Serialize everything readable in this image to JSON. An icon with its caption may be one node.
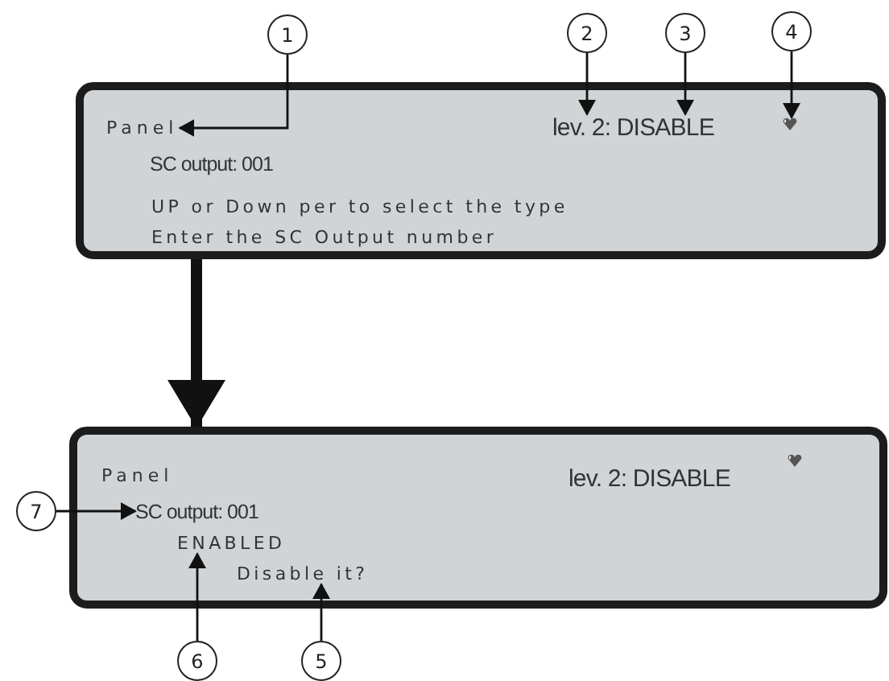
{
  "diagram": {
    "nodes": [
      {
        "text": [
          "1"
        ]
      },
      {
        "text": [
          "2"
        ]
      },
      {
        "text": [
          "3"
        ]
      },
      {
        "text": [
          "4"
        ]
      },
      {
        "text": [],
        "shape": "box"
      },
      {
        "text": [
          "Panel"
        ],
        "in": 4
      },
      {
        "text": [
          "lev. 2: DISABLE"
        ],
        "in": 4
      },
      {
        "text": [],
        "shape": "picture",
        "in": 4
      },
      {
        "text": [
          "SC output: 001"
        ],
        "in": 4
      },
      {
        "text": [
          "UP or Down per to select the type"
        ],
        "in": 4
      },
      {
        "text": [
          "Enter the SC Output number"
        ],
        "in": 4
      },
      {
        "text": [],
        "shape": "box"
      },
      {
        "text": [
          "Panel"
        ],
        "in": 11
      },
      {
        "text": [
          "lev. 2: DISABLE"
        ],
        "in": 11
      },
      {
        "text": [],
        "shape": "picture",
        "in": 11
      },
      {
        "text": [
          "SC output: 001"
        ],
        "in": 11
      },
      {
        "text": [
          "ENABLED"
        ],
        "in": 11
      },
      {
        "text": [
          "Disable it?"
        ],
        "in": 11
      },
      {
        "text": [
          "7"
        ]
      },
      {
        "text": [
          "6"
        ]
      },
      {
        "text": [
          "5"
        ]
      }
    ],
    "edges": [
      {
        "from": 0,
        "to": 5,
        "arrow": "to"
      },
      {
        "from": 1,
        "to": 6,
        "arrow": "to"
      },
      {
        "from": 2,
        "to": 6,
        "arrow": "to"
      },
      {
        "from": 3,
        "to": 7,
        "arrow": "to"
      },
      {
        "from": 4,
        "to": 11,
        "arrow": "to",
        "style": "thick"
      },
      {
        "from": 18,
        "to": 15,
        "arrow": "to"
      },
      {
        "from": 19,
        "to": 16,
        "arrow": "to"
      },
      {
        "from": 20,
        "to": 17,
        "arrow": "to"
      }
    ]
  }
}
